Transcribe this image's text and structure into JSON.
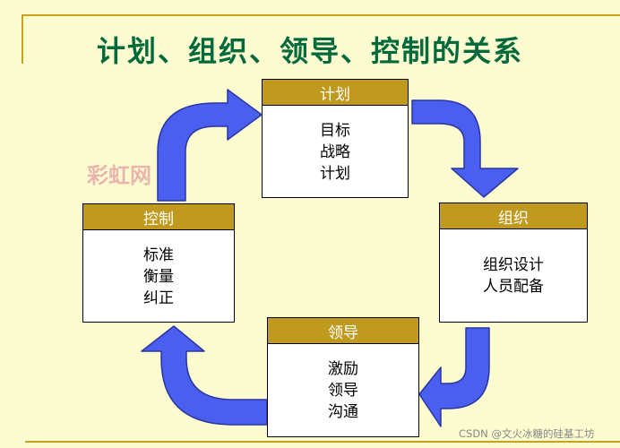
{
  "title": "计划、组织、领导、控制的关系",
  "boxes": {
    "plan": {
      "label": "计划",
      "lines": [
        "目标",
        "战略",
        "计划"
      ]
    },
    "organize": {
      "label": "组织",
      "lines": [
        "组织设计",
        "人员配备"
      ]
    },
    "lead": {
      "label": "领导",
      "lines": [
        "激励",
        "领导",
        "沟通"
      ]
    },
    "control": {
      "label": "控制",
      "lines": [
        "标准",
        "衡量",
        "纠正"
      ]
    }
  },
  "watermark": "彩虹网",
  "credit": "CSDN @文火冰糖的硅基工坊",
  "colors": {
    "header": "#c09a1e",
    "arrow": "#4a5ef0",
    "title": "#006a3d",
    "background": "#fdfcd0"
  }
}
